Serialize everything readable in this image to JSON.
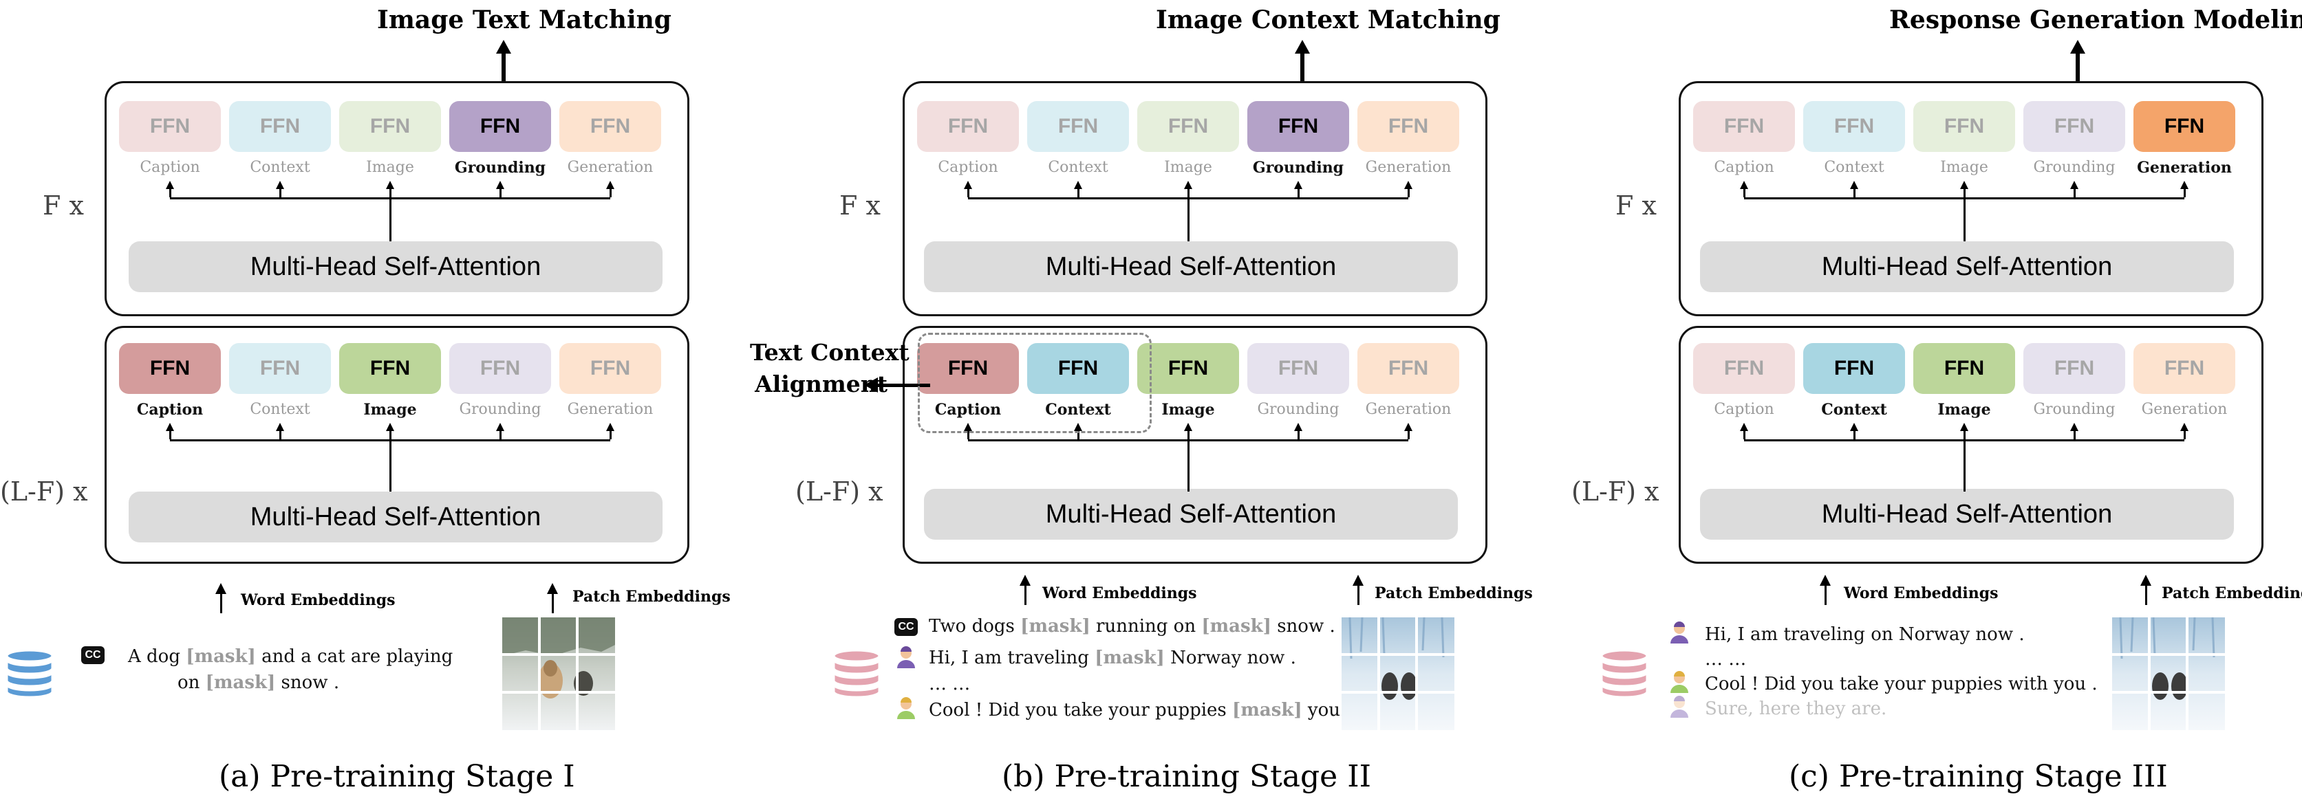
{
  "stages": [
    {
      "top_title": "Image Text Matching",
      "caption": "(a) Pre-training Stage I",
      "upper_repeat": "F x",
      "lower_repeat": "(L-F) x",
      "attention_label": "Multi-Head Self-Attention",
      "ffn_label": "FFN",
      "upper_experts": [
        {
          "name": "Caption",
          "color": "#f2dede",
          "active": false
        },
        {
          "name": "Context",
          "color": "#daeef3",
          "active": false
        },
        {
          "name": "Image",
          "color": "#e6efdc",
          "active": false
        },
        {
          "name": "Grounding",
          "color": "#b4a2c8",
          "active": true
        },
        {
          "name": "Generation",
          "color": "#fde3cf",
          "active": false
        }
      ],
      "lower_experts": [
        {
          "name": "Caption",
          "color": "#d49c9c",
          "active": true
        },
        {
          "name": "Context",
          "color": "#daeef3",
          "active": false
        },
        {
          "name": "Image",
          "color": "#bcd69a",
          "active": true
        },
        {
          "name": "Grounding",
          "color": "#e6e2ee",
          "active": false
        },
        {
          "name": "Generation",
          "color": "#fde3cf",
          "active": false
        }
      ],
      "word_embeddings": "Word Embeddings",
      "patch_embeddings": "Patch Embeddings",
      "db_color": "#5b9bd5"
    },
    {
      "top_title": "Image Context Matching",
      "caption": "(b) Pre-training Stage II",
      "upper_repeat": "F x",
      "lower_repeat": "(L-F) x",
      "attention_label": "Multi-Head Self-Attention",
      "ffn_label": "FFN",
      "side_label": [
        "Text Context",
        "Alignment"
      ],
      "upper_experts": [
        {
          "name": "Caption",
          "color": "#f2dede",
          "active": false
        },
        {
          "name": "Context",
          "color": "#daeef3",
          "active": false
        },
        {
          "name": "Image",
          "color": "#e6efdc",
          "active": false
        },
        {
          "name": "Grounding",
          "color": "#b4a2c8",
          "active": true
        },
        {
          "name": "Generation",
          "color": "#fde3cf",
          "active": false
        }
      ],
      "lower_experts": [
        {
          "name": "Caption",
          "color": "#d49c9c",
          "active": true
        },
        {
          "name": "Context",
          "color": "#a8d6e2",
          "active": true
        },
        {
          "name": "Image",
          "color": "#bcd69a",
          "active": true
        },
        {
          "name": "Grounding",
          "color": "#e6e2ee",
          "active": false
        },
        {
          "name": "Generation",
          "color": "#fde3cf",
          "active": false
        }
      ],
      "word_embeddings": "Word Embeddings",
      "patch_embeddings": "Patch Embeddings",
      "db_color": "#e4a4b0"
    },
    {
      "top_title": "Response Generation Modeling",
      "caption": "(c) Pre-training Stage III",
      "upper_repeat": "F x",
      "lower_repeat": "(L-F) x",
      "attention_label": "Multi-Head Self-Attention",
      "ffn_label": "FFN",
      "upper_experts": [
        {
          "name": "Caption",
          "color": "#f2dede",
          "active": false
        },
        {
          "name": "Context",
          "color": "#daeef3",
          "active": false
        },
        {
          "name": "Image",
          "color": "#e6efdc",
          "active": false
        },
        {
          "name": "Grounding",
          "color": "#e6e2ee",
          "active": false
        },
        {
          "name": "Generation",
          "color": "#f4a46a",
          "active": true
        }
      ],
      "lower_experts": [
        {
          "name": "Caption",
          "color": "#f2dede",
          "active": false
        },
        {
          "name": "Context",
          "color": "#a8d6e2",
          "active": true
        },
        {
          "name": "Image",
          "color": "#bcd69a",
          "active": true
        },
        {
          "name": "Grounding",
          "color": "#e6e2ee",
          "active": false
        },
        {
          "name": "Generation",
          "color": "#fde3cf",
          "active": false
        }
      ],
      "word_embeddings": "Word Embeddings",
      "patch_embeddings": "Patch Embeddings",
      "db_color": "#e4a4b0"
    }
  ],
  "text_a": {
    "cc": "CC",
    "line1_pre": "A  dog ",
    "line1_mask": "[mask]",
    "line1_post": " and a cat are playing",
    "line2_pre": "on ",
    "line2_mask": "[mask]",
    "line2_post": " snow ."
  },
  "text_b": {
    "cc": "CC",
    "line1_pre": "Two dogs ",
    "line1_mask": "[mask]",
    "line1_mid": " running on ",
    "line1_mask2": "[mask]",
    "line1_post": " snow .",
    "line2_pre": "Hi, I am traveling ",
    "line2_mask": "[mask]",
    "line2_post": " Norway now .",
    "line3": "…            …",
    "line4_pre": "Cool ! Did you take your puppies ",
    "line4_mask": "[mask]",
    "line4_post": " you ."
  },
  "text_c": {
    "line1": "Hi, I am traveling on Norway now .",
    "line2": "…             …",
    "line3": "Cool ! Did you take your puppies with you .",
    "line4": "Sure, here they are."
  }
}
